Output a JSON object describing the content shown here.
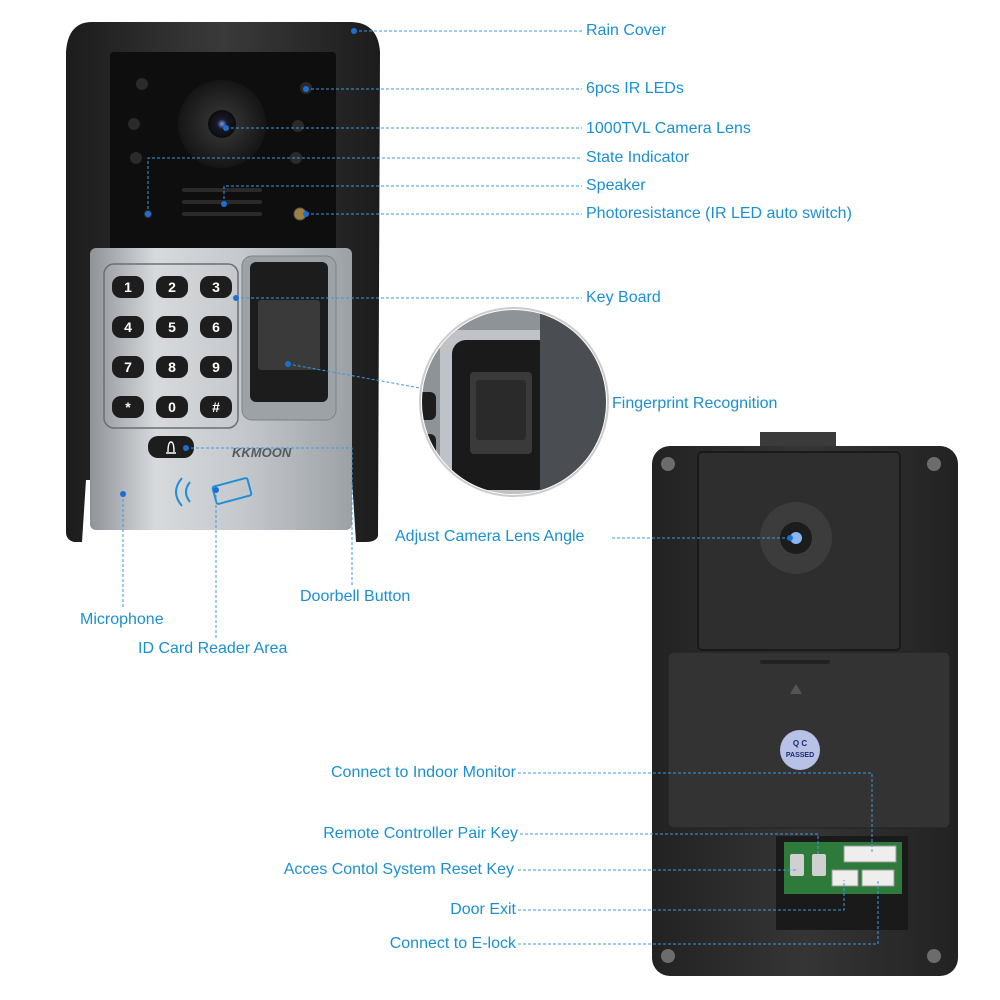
{
  "front_panel": {
    "brand": "KKMOON",
    "keypad": {
      "keys": [
        "1",
        "2",
        "3",
        "4",
        "5",
        "6",
        "7",
        "8",
        "9",
        "*",
        "0",
        "#"
      ]
    },
    "labels": {
      "rain_cover": "Rain Cover",
      "ir_leds": "6pcs IR LEDs",
      "camera_lens": "1000TVL Camera Lens",
      "state_indicator": "State Indicator",
      "speaker": "Speaker",
      "photoresistance": "Photoresistance (IR LED auto switch)",
      "key_board": "Key Board",
      "fingerprint": "Fingerprint Recognition",
      "doorbell": "Doorbell Button",
      "microphone": "Microphone",
      "id_card": "ID Card Reader Area"
    }
  },
  "back_panel": {
    "qc_badge": {
      "line1": "Q C",
      "line2": "PASSED"
    },
    "labels": {
      "adjust_lens": "Adjust Camera Lens Angle",
      "indoor_monitor": "Connect to Indoor Monitor",
      "pair_key": "Remote Controller Pair Key",
      "reset_key": "Acces Contol System Reset Key",
      "door_exit": "Door Exit",
      "elock": "Connect to E-lock"
    }
  },
  "colors": {
    "label": "#1b8fd4",
    "leader": "#3a9be0",
    "housing": "#2b2b2b",
    "silver_panel": "#b9bdc2"
  }
}
